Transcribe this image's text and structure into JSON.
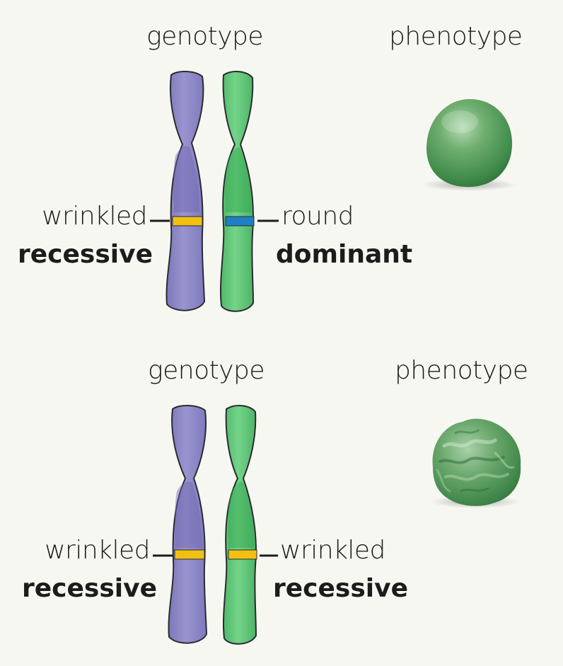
{
  "panels": [
    {
      "genotype_label": "genotype",
      "phenotype_label": "phenotype",
      "left_allele": {
        "trait": "wrinkled",
        "dominance": "recessive",
        "color": "#f2c013"
      },
      "right_allele": {
        "trait": "round",
        "dominance": "dominant",
        "color": "#1e7fc6"
      },
      "pea_shape": "round"
    },
    {
      "genotype_label": "genotype",
      "phenotype_label": "phenotype",
      "left_allele": {
        "trait": "wrinkled",
        "dominance": "recessive",
        "color": "#f2c013"
      },
      "right_allele": {
        "trait": "wrinkled",
        "dominance": "recessive",
        "color": "#f2c013"
      },
      "pea_shape": "wrinkled"
    }
  ],
  "colors": {
    "background": "#f7f7f2",
    "purple_chromosome": "#8a84c4",
    "green_chromosome": "#5cc374",
    "pea_green": "#4e9b58",
    "outline": "#2b2b33"
  }
}
